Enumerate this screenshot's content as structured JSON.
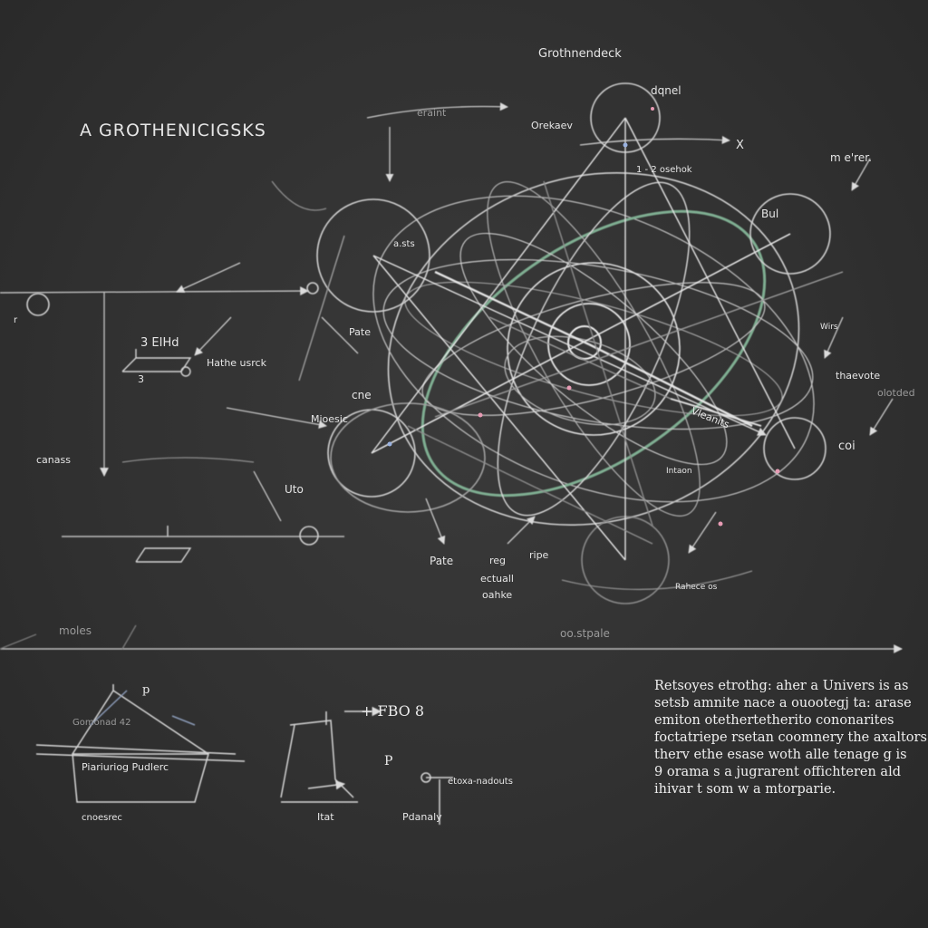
{
  "heading": "A GROTHENICIGSKS",
  "top_label": "Grothnendeck",
  "labels": {
    "dquel": "dqnel",
    "eraint": "eraint",
    "orekaev": "Orekaev",
    "x": "X",
    "grothenk": "1 - 2 osehok",
    "merstr": "m e'rer.",
    "bula": "Bul",
    "astb": "a.sts",
    "pate": "Pate",
    "hathe_usrck": "Hathe usrck",
    "cne": "cne",
    "mioeste": "Mioesic",
    "gamess": "canass",
    "hto": "Uto",
    "wirs": "Wirs",
    "thaevote": "thaevote",
    "oloded": "olotded",
    "coi": "coi",
    "intaon": "Intaon",
    "vleadle": "Vleanits",
    "pate2": "Pate",
    "reg": "reg",
    "ripe": "ripe",
    "ectuall": "ectuall",
    "oalike": "oahke",
    "oalike_bottom": "Rahece os",
    "moles": "moles",
    "oostpale": "oo.stpale",
    "hfbo": "+ FBO 8",
    "p_label": "P",
    "etoxa": "etoxa-nadouts",
    "piriurcog": "Piariuriog Pudlerc",
    "onoebrec": "cnoesrec",
    "itat": "Itat",
    "pdanaly": "Pdanaly",
    "g_moms": "Gomonad 42",
    "small_p": "p",
    "sm_r": "r",
    "three_hd": "3 EIHd",
    "three": "3"
  },
  "note_lines": [
    "Retsoyes etrothg: aher a Univers is as",
    "setsb amnite nace a ouootegj ta: arase",
    "emiton otethertetherito cononarites",
    "foctatriepe rsetan coomnery the axaltors",
    "therv ethe esase woth alle tenage g is",
    "9 orama s a jugrarent offichteren ald",
    "ihivar t som w a mtorparie."
  ]
}
